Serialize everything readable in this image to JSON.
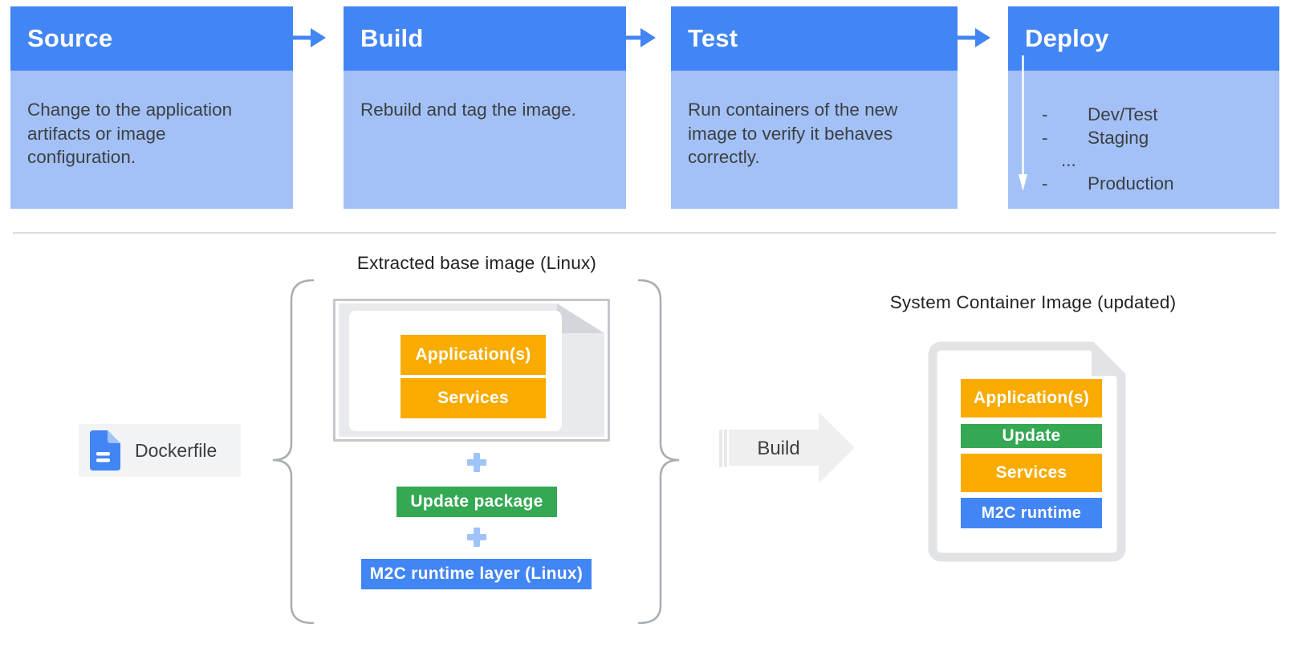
{
  "pipeline": {
    "bullet": "-",
    "stages": [
      {
        "title": "Source",
        "description": "Change to the application artifacts or image configuration."
      },
      {
        "title": "Build",
        "description": "Rebuild and tag the image."
      },
      {
        "title": "Test",
        "description": "Run containers of the new image to verify it behaves correctly."
      },
      {
        "title": "Deploy",
        "items": [
          "Dev/Test",
          "Staging",
          "...",
          "Production"
        ]
      }
    ]
  },
  "build_flow": {
    "dockerfile_label": "Dockerfile",
    "base_image": {
      "title": "Extracted base image (Linux)",
      "layers": [
        "Application(s)",
        "Services"
      ]
    },
    "plus_sign": "+",
    "update_package_label": "Update package",
    "runtime_layer_label": "M2C runtime layer (Linux)",
    "build_arrow_label": "Build",
    "result_image": {
      "title": "System Container Image (updated)",
      "layers": [
        {
          "label": "Application(s)",
          "color": "#F9AB00"
        },
        {
          "label": "Update",
          "color": "#34A853"
        },
        {
          "label": "Services",
          "color": "#F9AB00"
        },
        {
          "label": "M2C runtime",
          "color": "#4285F4"
        }
      ]
    }
  },
  "icons": {
    "flow_arrow": "arrow-right",
    "deploy_arrow": "arrow-down",
    "plus": "+",
    "dockerfile": "blue-document",
    "build_arrow": "big-arrow-right",
    "brace_left": "{",
    "brace_right": "}"
  },
  "colors": {
    "stage_header_blue": "#4285F4",
    "stage_body_blue": "#A3C1F7",
    "layer_yellow": "#F9AB00",
    "layer_green": "#34A853",
    "layer_blue": "#4285F4",
    "plus_blue": "#A0C3F8",
    "arrow_gray": "#EFEFEF",
    "text_dark": "#3C4043"
  }
}
